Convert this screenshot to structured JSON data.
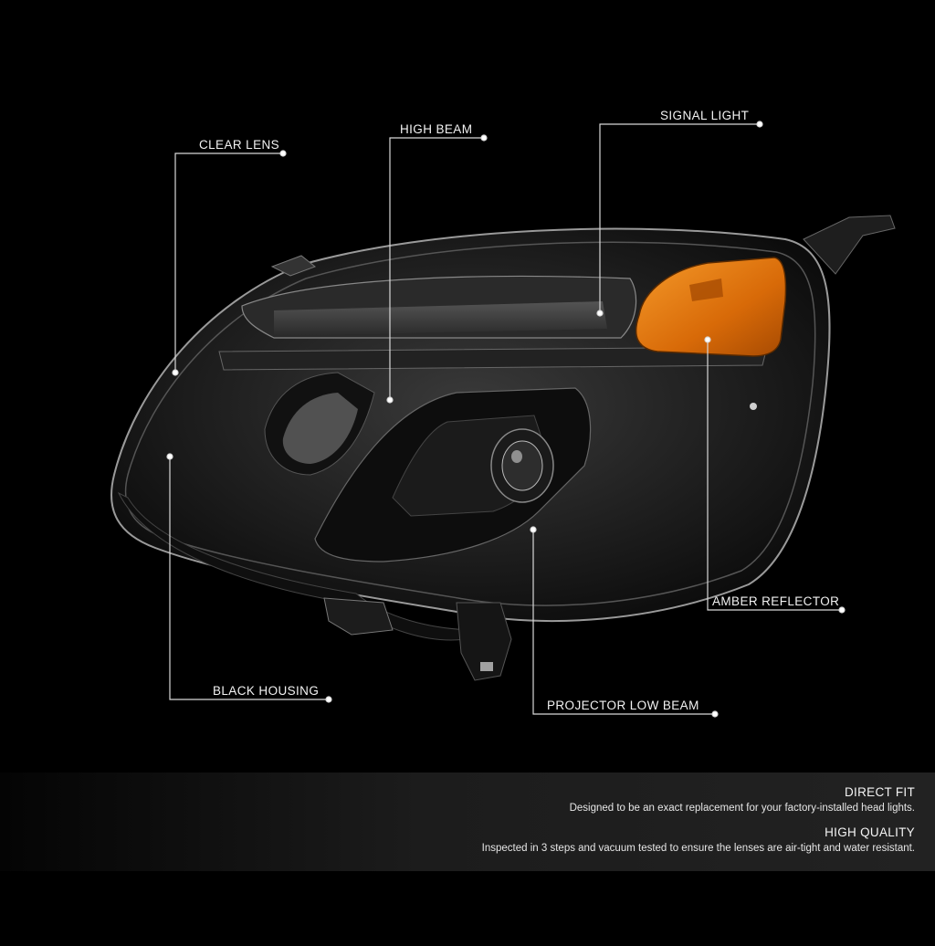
{
  "callouts": {
    "clear_lens": "CLEAR LENS",
    "high_beam": "HIGH BEAM",
    "signal_light": "SIGNAL LIGHT",
    "amber_reflector": "AMBER REFLECTOR",
    "black_housing": "BLACK HOUSING",
    "projector_low_beam": "PROJECTOR LOW BEAM"
  },
  "features": [
    {
      "title": "DIRECT FIT",
      "description": "Designed to be an exact replacement for your factory-installed head lights."
    },
    {
      "title": "HIGH QUALITY",
      "description": "Inspected in 3 steps and vacuum tested to ensure the lenses are air-tight and water resistant."
    }
  ],
  "colors": {
    "background": "#000000",
    "amber": "#e07a10",
    "housing": "#1a1a1a"
  }
}
